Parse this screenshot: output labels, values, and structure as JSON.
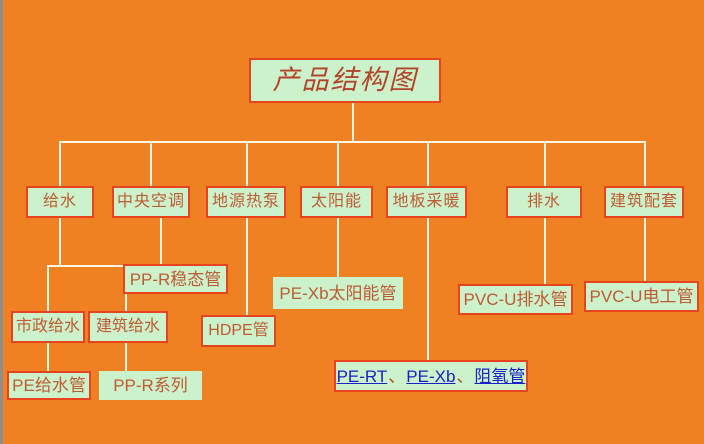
{
  "diagram": {
    "type": "org-chart",
    "background_color": "#ef8122",
    "node_fill_color": "#ccf2cc",
    "node_border_color": "#e8431f",
    "node_text_color": "#c05a33",
    "connector_color": "#fdf6e4",
    "link_color": "#1821c8",
    "title": "产品结构图",
    "level2": [
      {
        "label": "给水"
      },
      {
        "label": "中央空调"
      },
      {
        "label": "地源热泵"
      },
      {
        "label": "太阳能"
      },
      {
        "label": "地板采暖"
      },
      {
        "label": "排水"
      },
      {
        "label": "建筑配套"
      }
    ],
    "level3": [
      {
        "label": "PP-R稳态管"
      },
      {
        "label": "PE-Xb太阳能管"
      },
      {
        "label": "PVC-U排水管"
      },
      {
        "label": "PVC-U电工管"
      }
    ],
    "level4": [
      {
        "label": "市政给水"
      },
      {
        "label": "建筑给水"
      },
      {
        "label": "HDPE管"
      }
    ],
    "level5": [
      {
        "label": "PE给水管"
      },
      {
        "label": "PP-R系列"
      }
    ],
    "link_box": {
      "links": [
        {
          "label": "PE-RT"
        },
        {
          "label": "PE-Xb"
        },
        {
          "label": "阻氧管"
        }
      ],
      "separator": "、"
    }
  }
}
